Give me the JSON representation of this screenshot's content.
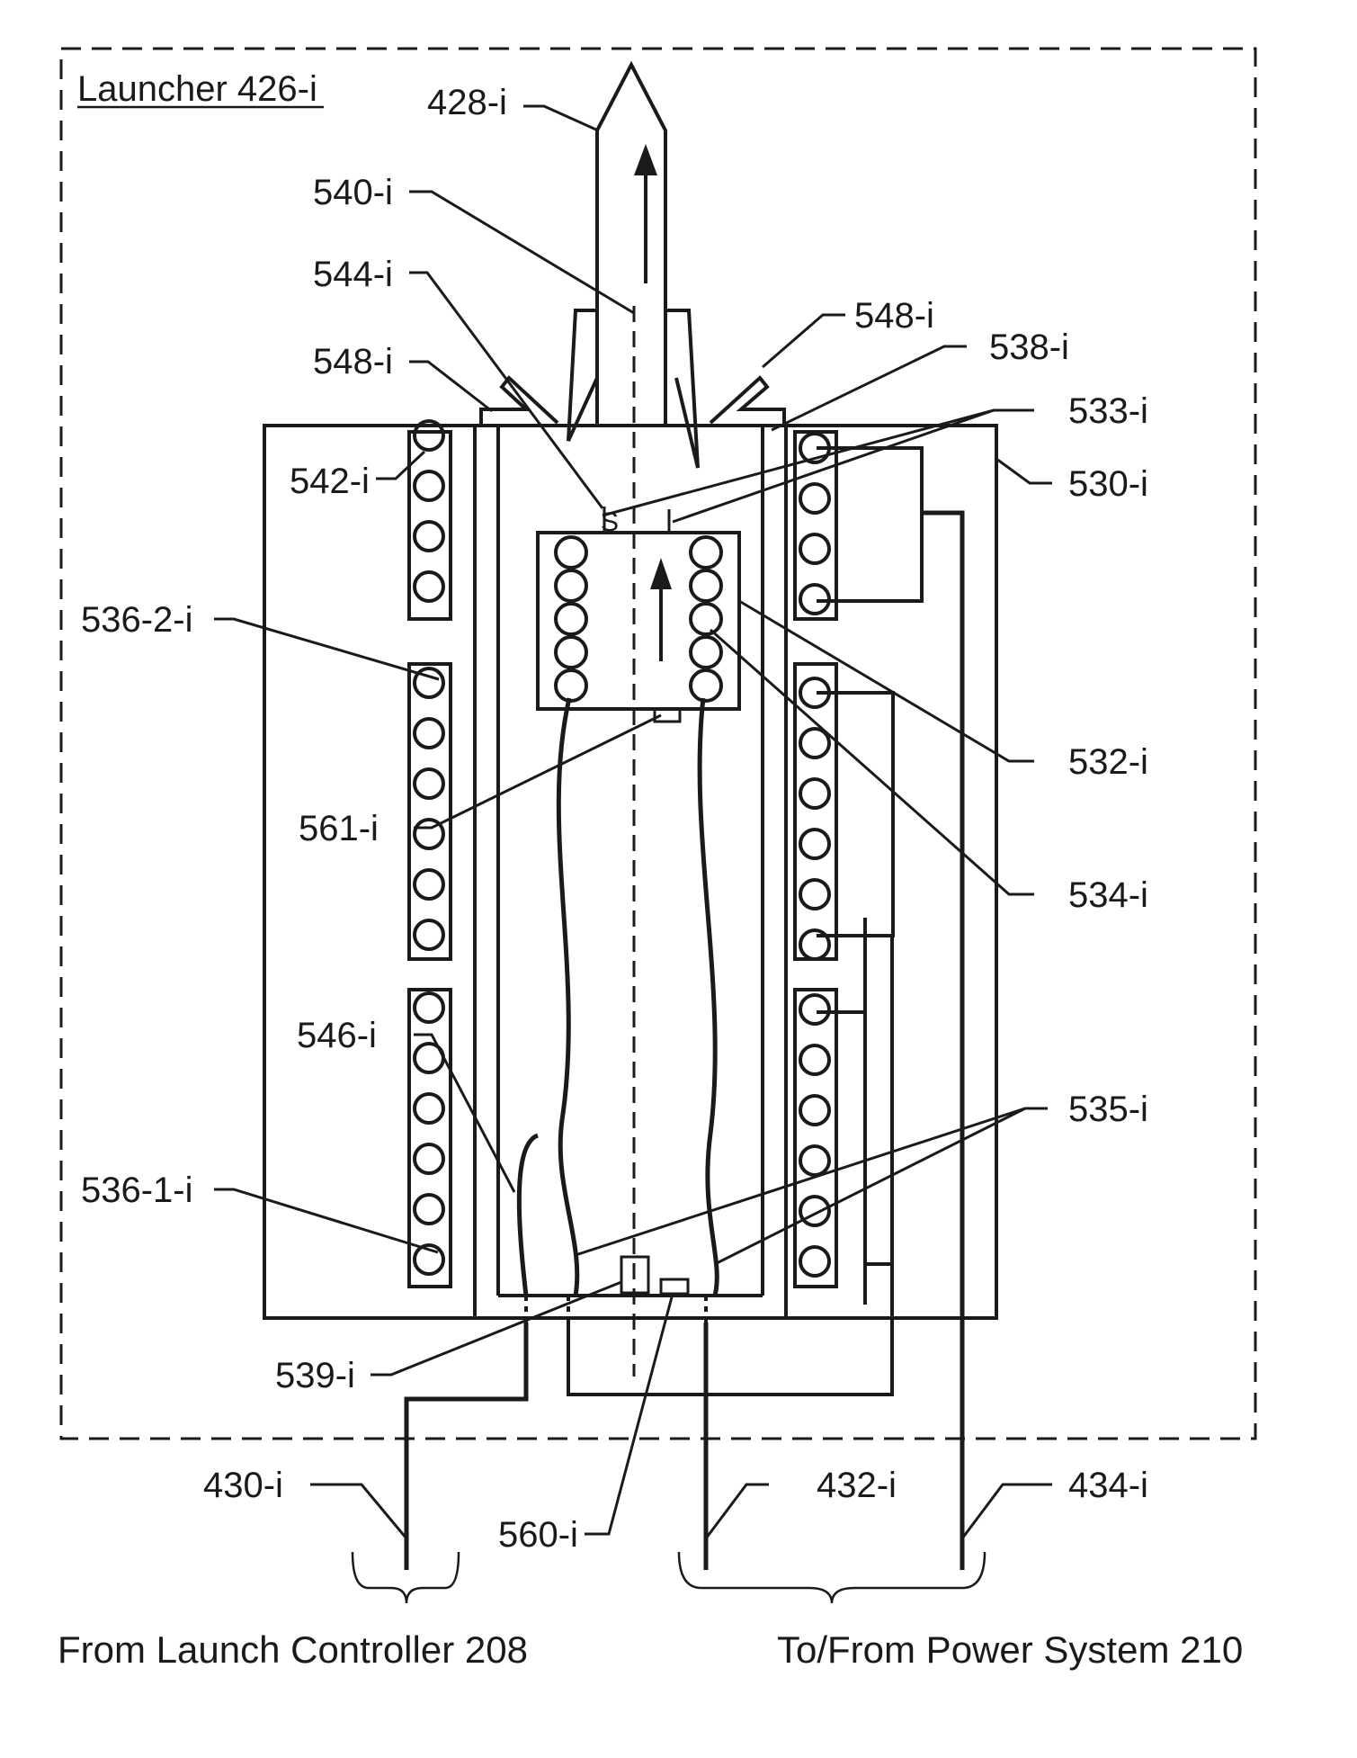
{
  "title": "Launcher 426-i",
  "labels": {
    "l428": "428-i",
    "l540": "540-i",
    "l544": "544-i",
    "l548_right": "548-i",
    "l538": "538-i",
    "l548_left": "548-i",
    "l533": "533-i",
    "l542": "542-i",
    "l530": "530-i",
    "l536_2": "536-2-i",
    "l532": "532-i",
    "l561": "561-i",
    "l534": "534-i",
    "l546": "546-i",
    "l535": "535-i",
    "l536_1": "536-1-i",
    "l539": "539-i",
    "l430": "430-i",
    "l432": "432-i",
    "l434": "434-i",
    "l560": "560-i",
    "s_mark": "S"
  },
  "captions": {
    "left": "From Launch Controller 208",
    "right": "To/From Power System 210"
  },
  "colors": {
    "line": "#1a1a1a",
    "background": "#ffffff"
  }
}
